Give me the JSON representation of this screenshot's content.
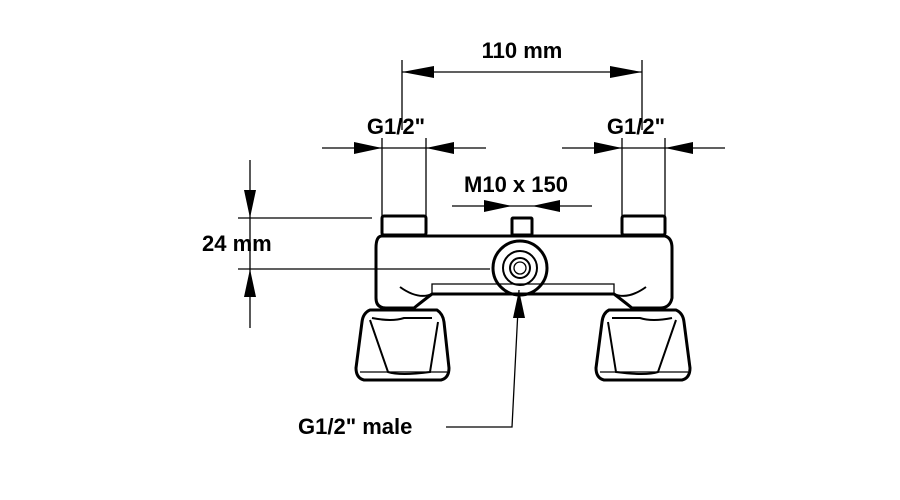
{
  "diagram": {
    "dimensions": {
      "center_distance": "110 mm",
      "left_connection": "G1/2\"",
      "right_connection": "G1/2\"",
      "spout_thread": "M10 x 150",
      "height": "24 mm",
      "bottom_connection": "G1/2\" male"
    },
    "colors": {
      "line": "#000000",
      "background": "#ffffff"
    }
  }
}
